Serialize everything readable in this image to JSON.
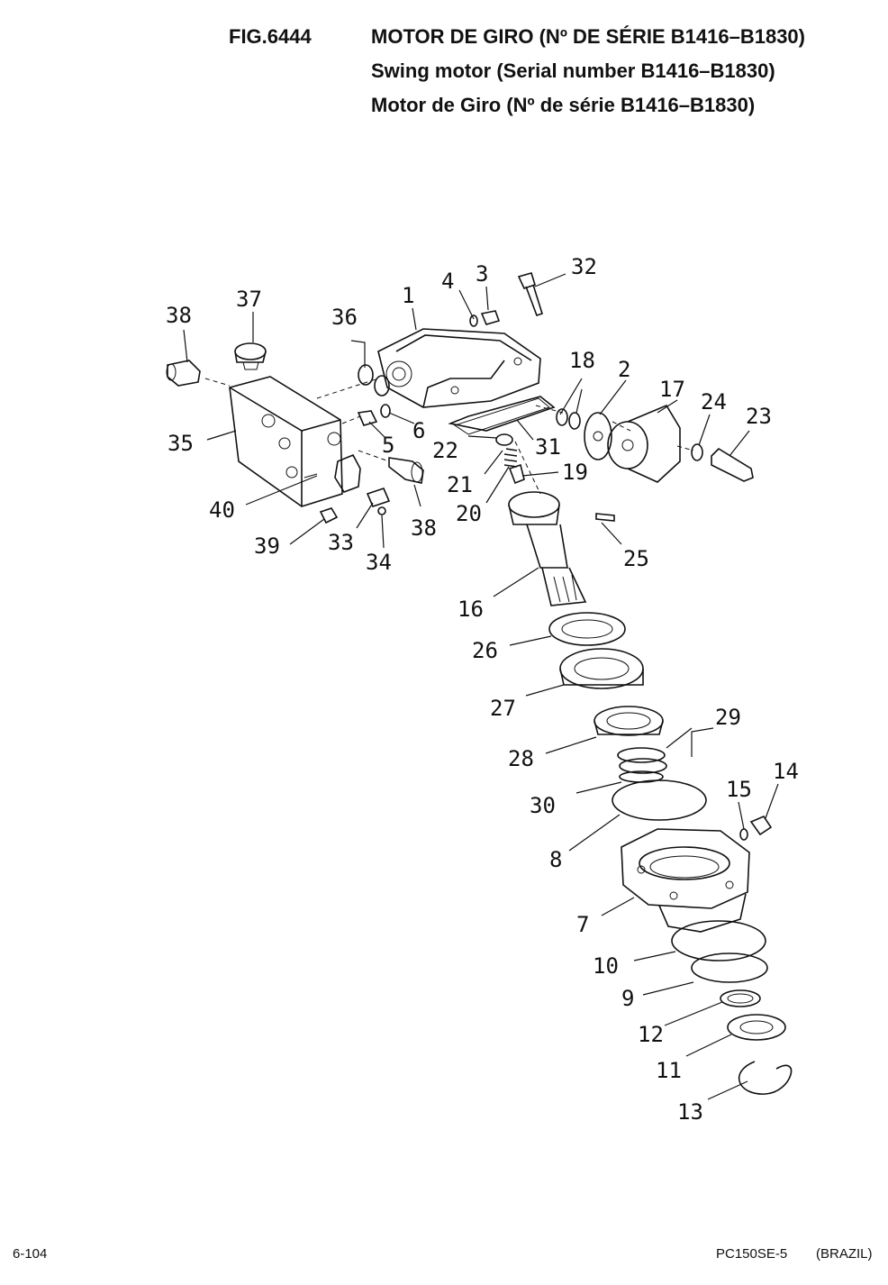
{
  "header": {
    "fig_number": "FIG.6444",
    "title_pt": "MOTOR DE GIRO (Nº DE SÉRIE B1416–B1830)",
    "title_en": "Swing motor (Serial number B1416–B1830)",
    "title_es": "Motor de Giro (Nº de série B1416–B1830)"
  },
  "footer": {
    "page": "6-104",
    "model": "PC150SE-5",
    "region": "(BRAZIL)"
  },
  "callouts": [
    "1",
    "2",
    "3",
    "4",
    "5",
    "6",
    "7",
    "8",
    "9",
    "10",
    "11",
    "12",
    "13",
    "14",
    "15",
    "16",
    "17",
    "18",
    "19",
    "20",
    "21",
    "22",
    "23",
    "24",
    "25",
    "26",
    "27",
    "28",
    "29",
    "30",
    "31",
    "32",
    "33",
    "34",
    "35",
    "36",
    "37",
    "38",
    "38",
    "39",
    "40"
  ]
}
